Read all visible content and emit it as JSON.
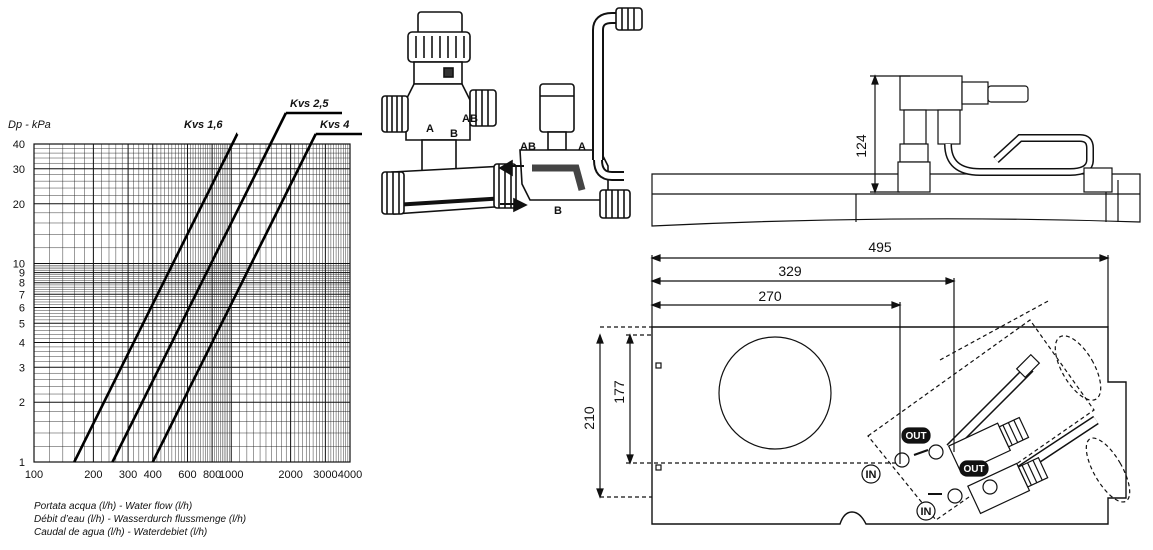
{
  "chart_data": {
    "type": "line",
    "x_scale": "log",
    "y_scale": "log",
    "xlim": [
      100,
      4000
    ],
    "ylim": [
      1,
      40
    ],
    "ylabel": "Dp - kPa",
    "x_ticks": [
      100,
      200,
      300,
      400,
      600,
      800,
      1000,
      2000,
      3000,
      4000
    ],
    "x_tick_labels": [
      "100",
      "200",
      "300",
      "400",
      "600",
      "800",
      "1000",
      "2000",
      "3000",
      "4000"
    ],
    "y_ticks": [
      1,
      2,
      3,
      4,
      5,
      6,
      7,
      8,
      9,
      10,
      20,
      30,
      40
    ],
    "y_tick_labels": [
      "1",
      "2",
      "3",
      "4",
      "5",
      "6",
      "7",
      "8",
      "9",
      "10",
      "20",
      "30",
      "40"
    ],
    "grid": true,
    "xlabel_lines": [
      "Portata acqua (l/h) - Water flow (l/h)",
      "Débit d’eau (l/h) - Wasserdurch flussmenge (l/h)",
      "Caudal de agua (l/h) - Waterdebiet (l/h)"
    ],
    "series": [
      {
        "name": "Kvs 1,6",
        "x": [
          160,
          1012
        ],
        "y": [
          1,
          40
        ]
      },
      {
        "name": "Kvs 2,5",
        "x": [
          250,
          1581
        ],
        "y": [
          1,
          40
        ]
      },
      {
        "name": "Kvs 4",
        "x": [
          400,
          2530
        ],
        "y": [
          1,
          40
        ]
      }
    ]
  },
  "valve_diagram": {
    "port_labels": [
      "A",
      "AB",
      "B",
      "AB",
      "A",
      "B"
    ]
  },
  "unit_diagram": {
    "dimensions": [
      "124",
      "495",
      "329",
      "270",
      "210",
      "177"
    ],
    "port_markers": [
      "OUT",
      "IN",
      "OUT",
      "IN"
    ]
  }
}
